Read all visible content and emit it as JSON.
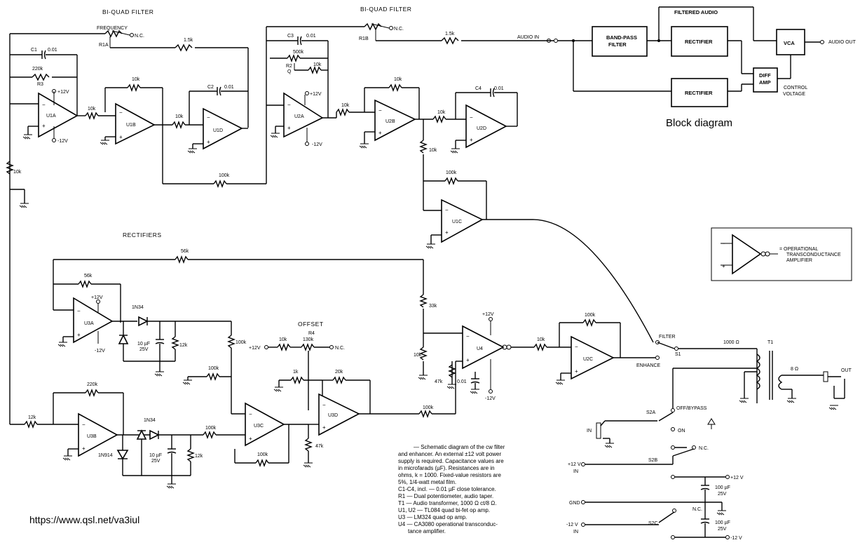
{
  "titles": {
    "biquad_left": "BI-QUAD FILTER",
    "biquad_right": "BI-QUAD FILTER",
    "rectifiers": "RECTIFIERS",
    "offset": "OFFSET",
    "block_diagram": "Block diagram",
    "url": "https://www.qsl.net/va3iul"
  },
  "block_diagram": {
    "audio_in": "AUDIO IN",
    "bandpass_line1": "BAND-PASS",
    "bandpass_line2": "FILTER",
    "rectifier_top": "RECTIFIER",
    "rectifier_bottom": "RECTIFIER",
    "vca": "VCA",
    "diff_amp_line1": "DIFF",
    "diff_amp_line2": "AMP",
    "filtered_audio": "FILTERED AUDIO",
    "audio_out": "AUDIO OUT",
    "control_voltage_line1": "CONTROL",
    "control_voltage_line2": "VOLTAGE"
  },
  "legend": {
    "ota_line1": "= OPERATIONAL",
    "ota_line2": "TRANSCONDUCTANCE",
    "ota_line3": "AMPLIFIER"
  },
  "components": {
    "frequency": "FREQUENCY",
    "r1a": "R1A",
    "r1b": "R1B",
    "nc": "N.C.",
    "c1": "C1",
    "c1v": "0.01",
    "c2": "C2",
    "c2v": "0.01",
    "c3": "C3",
    "c3v": "0.01",
    "c4": "C4",
    "c4v": "0.01",
    "r220k": "220k",
    "r3": "R3",
    "r15k_a": "1.5k",
    "r15k_b": "1.5k",
    "r10k": "10k",
    "r100k": "100k",
    "r500k": "500k",
    "r2": "R2",
    "q": "Q",
    "r56k": "56k",
    "r33k": "33k",
    "r12k": "12k",
    "r47k": "47k",
    "r20k": "20k",
    "r1k": "1k",
    "r130k": "130k",
    "r4": "R4",
    "r47": "47k",
    "c10uf": "10 µF",
    "v25": "25V",
    "c001": "0.01",
    "c100uf": "100 µF",
    "plus12": "+12V",
    "minus12": "-12V",
    "p12v": "+12 V",
    "m12v": "-12 V",
    "in": "IN",
    "gnd": "GND",
    "t1": "T1",
    "r1000": "1000 Ω",
    "r8": "8 Ω",
    "out": "OUT",
    "filter": "FILTER",
    "enhance": "ENHANCE",
    "off_bypass": "OFF/BYPASS",
    "on": "ON",
    "s1": "S1",
    "s2a": "S2A",
    "s2b": "S2B",
    "s2c": "S2C",
    "d1n34": "1N34",
    "d1n914": "1N914"
  },
  "opamps": {
    "u1a": "U1A",
    "u1b": "U1B",
    "u1d": "U1D",
    "u1c": "U1C",
    "u2a": "U2A",
    "u2b": "U2B",
    "u2d": "U2D",
    "u2c": "U2C",
    "u3a": "U3A",
    "u3b": "U3B",
    "u3c": "U3C",
    "u3d": "U3D",
    "u4": "U4"
  },
  "caption": [
    "— Schematic diagram of the cw filter",
    "and enhancer. An external ±12 volt power",
    "supply is required. Capacitance values are",
    "in microfarads (µF). Resistances are in",
    "ohms, k = 1000. Fixed-value resistors are",
    "5%, 1/4-watt metal film.",
    "C1-C4, incl. — 0.01 µF close tolerance.",
    "R1 — Dual potentiometer, audio taper.",
    "T1 — Audio transformer, 1000 Ω ct/8 Ω.",
    "U1, U2 — TL084 quad bi-fet op amp.",
    "U3 — LM324 quad op amp.",
    "U4 — CA3080 operational transconduc-",
    "tance amplifier."
  ]
}
